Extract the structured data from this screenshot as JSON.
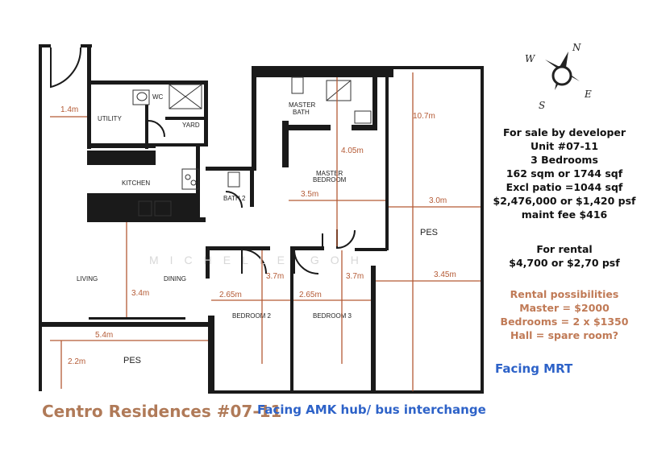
{
  "rooms": {
    "utility": "UTILITY",
    "wc": "WC",
    "yard": "YARD",
    "kitchen": "KITCHEN",
    "bath2": "BATH 2",
    "master_bath_1": "MASTER",
    "master_bath_2": "BATH",
    "master_bedroom_1": "MASTER",
    "master_bedroom_2": "BEDROOM",
    "living": "LIVING",
    "dining": "DINING",
    "bedroom2": "BEDROOM 2",
    "bedroom3": "BEDROOM 3",
    "pes_right": "PES",
    "pes_bottom": "PES"
  },
  "dimensions": {
    "utility_w": "1.4m",
    "master_bath_h": "4.05m",
    "master_bed_w": "3.5m",
    "overall_h": "10.7m",
    "pes_w": "3.0m",
    "bed3_right": "3.45m",
    "living_h": "3.4m",
    "bed2_h": "3.7m",
    "bed3_h": "3.7m",
    "bed2_w": "2.65m",
    "bed3_w": "2.65m",
    "pes_bottom_w": "5.4m",
    "pes_bottom_h": "2.2m"
  },
  "watermark": "MICHELLE GOH",
  "compass": {
    "n": "N",
    "e": "E",
    "s": "S",
    "w": "W"
  },
  "sale": {
    "line1": "For sale by developer",
    "line2": "Unit #07-11",
    "line3": "3 Bedrooms",
    "line4": "162 sqm or 1744 sqf",
    "line5": "Excl patio =1044 sqf",
    "line6": "$2,476,000 or $1,420 psf",
    "line7": "maint fee $416"
  },
  "rental": {
    "line1": "For rental",
    "line2": "$4,700 or $2,70 psf"
  },
  "possibilities": {
    "line1": "Rental possibilities",
    "line2": "Master = $2000",
    "line3": "Bedrooms = 2 x $1350",
    "line4": "Hall = spare room?"
  },
  "facing_mrt": "Facing MRT",
  "title": "Centro Residences #07-11",
  "facing_amk": "Facing AMK hub/ bus interchange",
  "colors": {
    "dimension": "#b45a35",
    "title": "#b07a58",
    "rental_possibilities": "#c07a56",
    "facing": "#2d62c8"
  }
}
